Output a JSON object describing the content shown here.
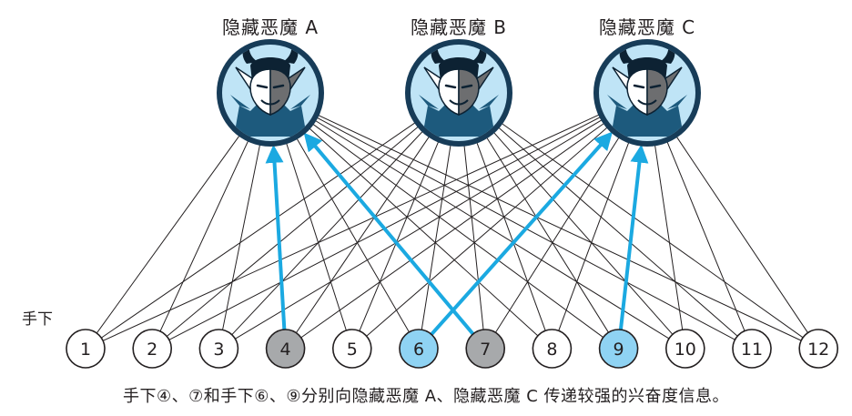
{
  "demons": [
    {
      "title": "隐藏恶魔 A"
    },
    {
      "title": "隐藏恶魔 B"
    },
    {
      "title": "隐藏恶魔 C"
    }
  ],
  "subordinate_label": "手下",
  "subordinates": [
    {
      "label": "1",
      "state": "normal"
    },
    {
      "label": "2",
      "state": "normal"
    },
    {
      "label": "3",
      "state": "normal"
    },
    {
      "label": "4",
      "state": "gray"
    },
    {
      "label": "5",
      "state": "normal"
    },
    {
      "label": "6",
      "state": "blue"
    },
    {
      "label": "7",
      "state": "gray"
    },
    {
      "label": "8",
      "state": "normal"
    },
    {
      "label": "9",
      "state": "blue"
    },
    {
      "label": "10",
      "state": "normal"
    },
    {
      "label": "11",
      "state": "normal"
    },
    {
      "label": "12",
      "state": "normal"
    }
  ],
  "strong_signals": [
    {
      "from": "4",
      "to": "A"
    },
    {
      "from": "7",
      "to": "A"
    },
    {
      "from": "6",
      "to": "C"
    },
    {
      "from": "9",
      "to": "C"
    }
  ],
  "caption": "手下④、⑦和手下⑥、⑨分别向隐藏恶魔 A、隐藏恶魔 C 传递较强的兴奋度信息。",
  "colors": {
    "demon_ring": "#173c58",
    "demon_bg": "#bfe4f6",
    "demon_body": "#1d5a7d",
    "gray_node": "#a7a9ab",
    "blue_node": "#8fd3f3",
    "arrow": "#1ba9e1",
    "line": "#231f20"
  }
}
